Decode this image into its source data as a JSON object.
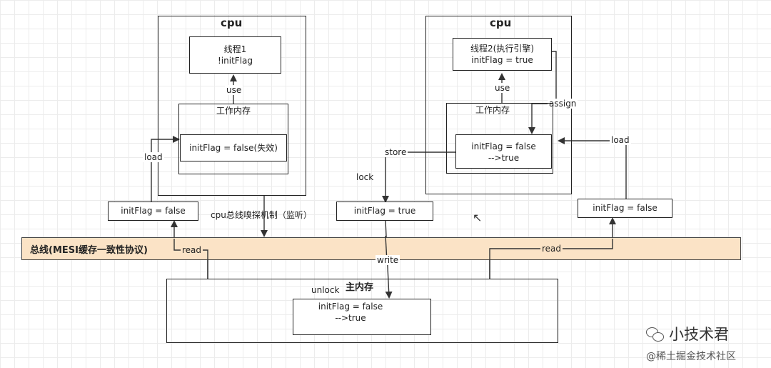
{
  "cpu_left": {
    "title": "cpu",
    "thread": {
      "line1": "线程1",
      "line2": "!initFlag"
    },
    "use_label": "use",
    "working_memory": {
      "title": "工作内存",
      "value": "initFlag = false(失效)"
    }
  },
  "cpu_right": {
    "title": "cpu",
    "thread": {
      "line1": "线程2(执行引擎)",
      "line2": "initFlag = true"
    },
    "use_label": "use",
    "assign_label": "assign",
    "working_memory": {
      "title": "工作内存",
      "value_line1": "initFlag = false",
      "value_line2": "-->true"
    }
  },
  "labels": {
    "load_left": "load",
    "load_right": "load",
    "store": "store",
    "lock": "lock",
    "read_left": "read",
    "read_right": "read",
    "write": "write",
    "unlock": "unlock",
    "sniff": "cpu总线嗅探机制（监听）"
  },
  "flags": {
    "left": "initFlag = false",
    "middle": "initFlag = true",
    "right": "initFlag = false"
  },
  "bus": {
    "label": "总线(MESI缓存一致性协议)"
  },
  "main_memory": {
    "title": "主内存",
    "value_line1": "initFlag = false",
    "value_line2": "-->true"
  },
  "watermark": {
    "line1": "小技术君",
    "line2": "@稀土掘金技术社区"
  },
  "colors": {
    "bus_fill": "#fbe3c6",
    "line": "#333333"
  }
}
